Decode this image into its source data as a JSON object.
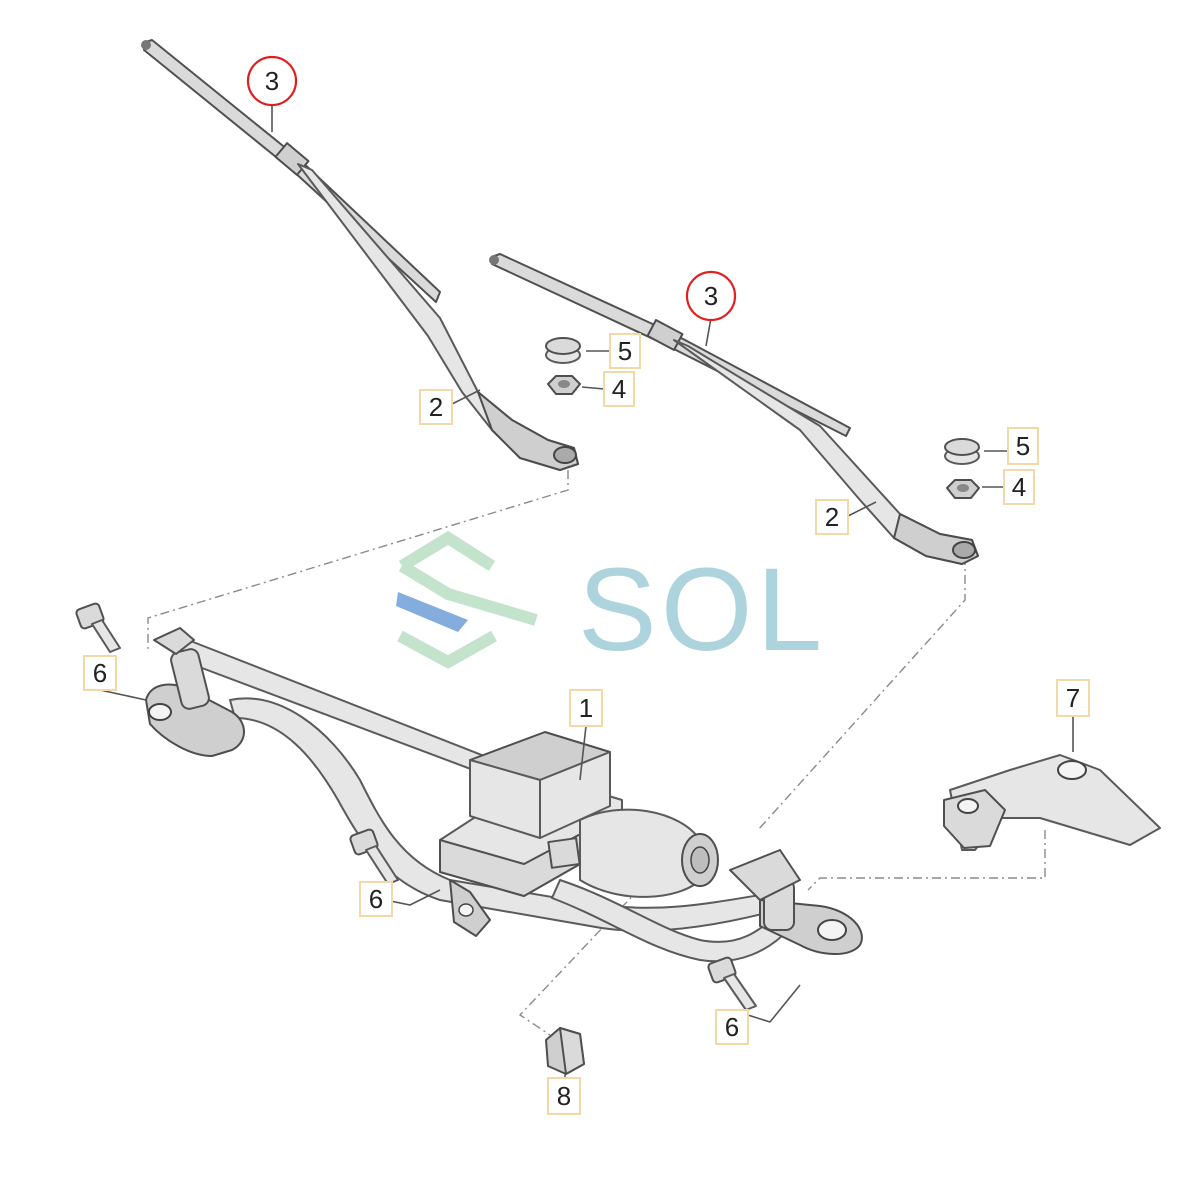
{
  "callouts": [
    {
      "id": "arm-left",
      "text": "2"
    },
    {
      "id": "arm-right",
      "text": "2"
    },
    {
      "id": "blade-left",
      "text": "3"
    },
    {
      "id": "blade-right",
      "text": "3"
    },
    {
      "id": "nut-left",
      "text": "4"
    },
    {
      "id": "nut-right",
      "text": "4"
    },
    {
      "id": "cap-left",
      "text": "5"
    },
    {
      "id": "cap-right",
      "text": "5"
    },
    {
      "id": "bolt-left",
      "text": "6"
    },
    {
      "id": "bolt-middle",
      "text": "6"
    },
    {
      "id": "bolt-right",
      "text": "6"
    },
    {
      "id": "motor",
      "text": "1"
    },
    {
      "id": "bracket",
      "text": "7"
    },
    {
      "id": "grommet",
      "text": "8"
    }
  ],
  "watermark": {
    "text": "SOL",
    "colors": [
      "#9fcdd6",
      "#b9dfc5",
      "#6f9fd8"
    ]
  },
  "colors": {
    "highlight_circle": "#e02020",
    "label_border": "#f3d9a8",
    "part_outline": "#5a5a5a"
  }
}
